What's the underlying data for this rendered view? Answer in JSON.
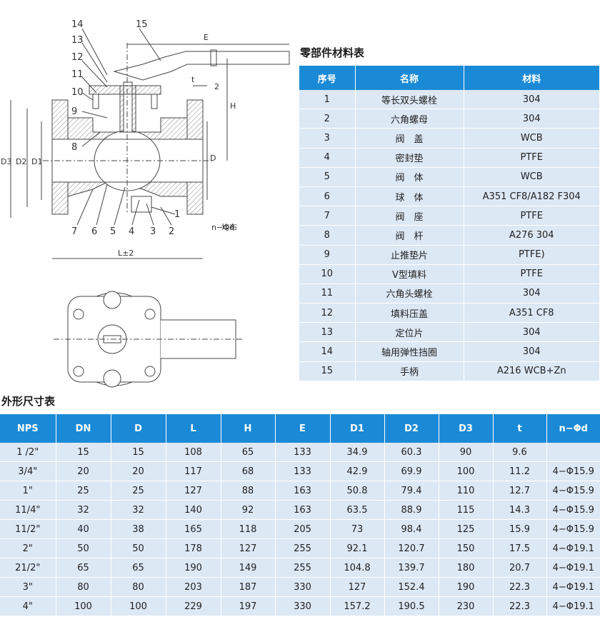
{
  "drawing": {
    "callouts": [
      "14",
      "13",
      "12",
      "11",
      "10",
      "9",
      "8",
      "7",
      "6",
      "5",
      "4",
      "3",
      "2",
      "1",
      "15"
    ],
    "dim_labels": {
      "E": "E",
      "t": "t",
      "two": "2",
      "H": "H",
      "D": "D",
      "D1": "D1",
      "D2": "D2",
      "D3": "D3",
      "L": "L±2",
      "nphi": "n−Φd",
      "even": "均布"
    }
  },
  "parts": {
    "title": "零部件材料表",
    "headers": [
      "序号",
      "名称",
      "材料"
    ],
    "rows": [
      [
        "1",
        "等长双头螺栓",
        "304"
      ],
      [
        "2",
        "六角螺母",
        "304"
      ],
      [
        "3",
        "阀　盖",
        "WCB"
      ],
      [
        "4",
        "密封垫",
        "PTFE"
      ],
      [
        "5",
        "阀　体",
        "WCB"
      ],
      [
        "6",
        "球　体",
        "A351 CF8/A182 F304"
      ],
      [
        "7",
        "阀　座",
        "PTFE"
      ],
      [
        "8",
        "阀　杆",
        "A276 304"
      ],
      [
        "9",
        "止推垫片",
        "PTFE)"
      ],
      [
        "10",
        "V型填料",
        "PTFE"
      ],
      [
        "11",
        "六角头螺栓",
        "304"
      ],
      [
        "12",
        "填料压盖",
        "A351 CF8"
      ],
      [
        "13",
        "定位片",
        "304"
      ],
      [
        "14",
        "轴用弹性挡圈",
        "304"
      ],
      [
        "15",
        "手柄",
        "A216 WCB+Zn"
      ]
    ]
  },
  "dims": {
    "title": "外形尺寸表",
    "headers": [
      "NPS",
      "DN",
      "D",
      "L",
      "H",
      "E",
      "D1",
      "D2",
      "D3",
      "t",
      "n−Φd"
    ],
    "rows": [
      [
        "1 /2\"",
        "15",
        "15",
        "108",
        "65",
        "133",
        "34.9",
        "60.3",
        "90",
        "9.6",
        ""
      ],
      [
        "3/4\"",
        "20",
        "20",
        "117",
        "68",
        "133",
        "42.9",
        "69.9",
        "100",
        "11.2",
        "4−Φ15.9"
      ],
      [
        "1\"",
        "25",
        "25",
        "127",
        "88",
        "163",
        "50.8",
        "79.4",
        "110",
        "12.7",
        "4−Φ15.9"
      ],
      [
        "11/4\"",
        "32",
        "32",
        "140",
        "92",
        "163",
        "63.5",
        "88.9",
        "115",
        "14.3",
        "4−Φ15.9"
      ],
      [
        "11/2\"",
        "40",
        "38",
        "165",
        "118",
        "205",
        "73",
        "98.4",
        "125",
        "15.9",
        "4−Φ15.9"
      ],
      [
        "2\"",
        "50",
        "50",
        "178",
        "127",
        "255",
        "92.1",
        "120.7",
        "150",
        "17.5",
        "4−Φ19.1"
      ],
      [
        "21/2\"",
        "65",
        "65",
        "190",
        "149",
        "255",
        "104.8",
        "139.7",
        "180",
        "20.7",
        "4−Φ19.1"
      ],
      [
        "3\"",
        "80",
        "80",
        "203",
        "187",
        "330",
        "127",
        "152.4",
        "190",
        "22.3",
        "4−Φ19.1"
      ],
      [
        "4\"",
        "100",
        "100",
        "229",
        "197",
        "330",
        "157.2",
        "190.5",
        "230",
        "22.3",
        "4−Φ19.1"
      ]
    ]
  }
}
